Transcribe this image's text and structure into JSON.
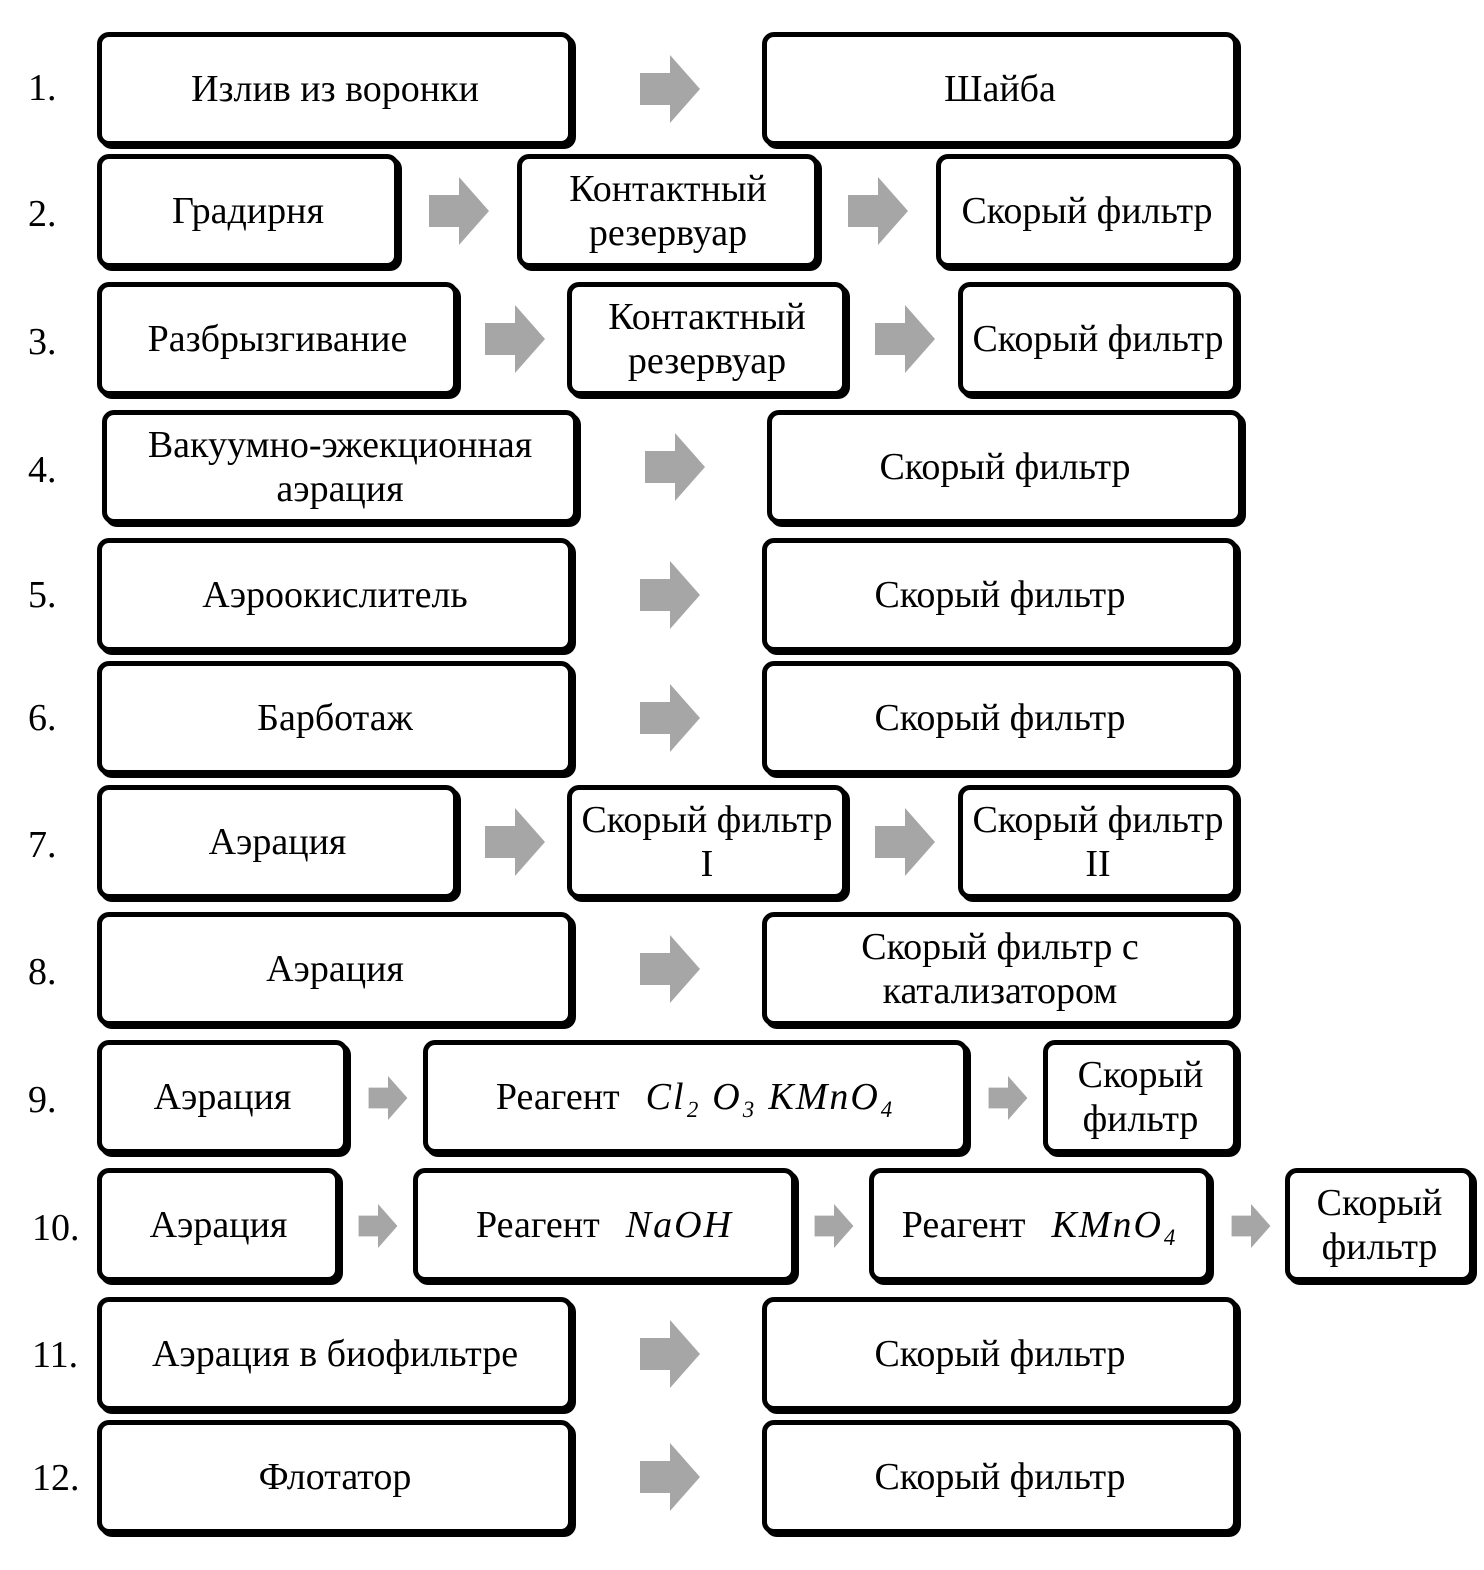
{
  "rows": [
    {
      "num": "1.",
      "boxes": [
        "Излив из воронки",
        "Шайба"
      ]
    },
    {
      "num": "2.",
      "boxes": [
        "Градирня",
        "Контактный резервуар",
        "Скорый фильтр"
      ]
    },
    {
      "num": "3.",
      "boxes": [
        "Разбрызгивание",
        "Контактный резервуар",
        "Скорый фильтр"
      ]
    },
    {
      "num": "4.",
      "boxes": [
        "Вакуумно-эжекционная аэрация",
        "Скорый фильтр"
      ]
    },
    {
      "num": "5.",
      "boxes": [
        "Аэроокислитель",
        "Скорый фильтр"
      ]
    },
    {
      "num": "6.",
      "boxes": [
        "Барботаж",
        "Скорый фильтр"
      ]
    },
    {
      "num": "7.",
      "boxes": [
        "Аэрация",
        "Скорый фильтр I",
        "Скорый фильтр II"
      ]
    },
    {
      "num": "8.",
      "boxes": [
        "Аэрация",
        "Скорый фильтр с катализатором"
      ]
    },
    {
      "num": "9.",
      "boxes": [
        "Аэрация",
        "Реагент",
        "Скорый фильтр"
      ],
      "formula_9": "Cl₂ O₃ KMnO₄"
    },
    {
      "num": "10.",
      "boxes": [
        "Аэрация",
        "Реагент",
        "Реагент",
        "Скорый фильтр"
      ],
      "formula_10a": "NaOH",
      "formula_10b": "KMnO₄"
    },
    {
      "num": "11.",
      "boxes": [
        "Аэрация в биофильтре",
        "Скорый фильтр"
      ]
    },
    {
      "num": "12.",
      "boxes": [
        "Флотатор",
        "Скорый фильтр"
      ]
    }
  ],
  "colors": {
    "arrow": "#a6a6a6",
    "border": "#000000"
  },
  "icons": {
    "arrow": "right-arrow-icon"
  }
}
